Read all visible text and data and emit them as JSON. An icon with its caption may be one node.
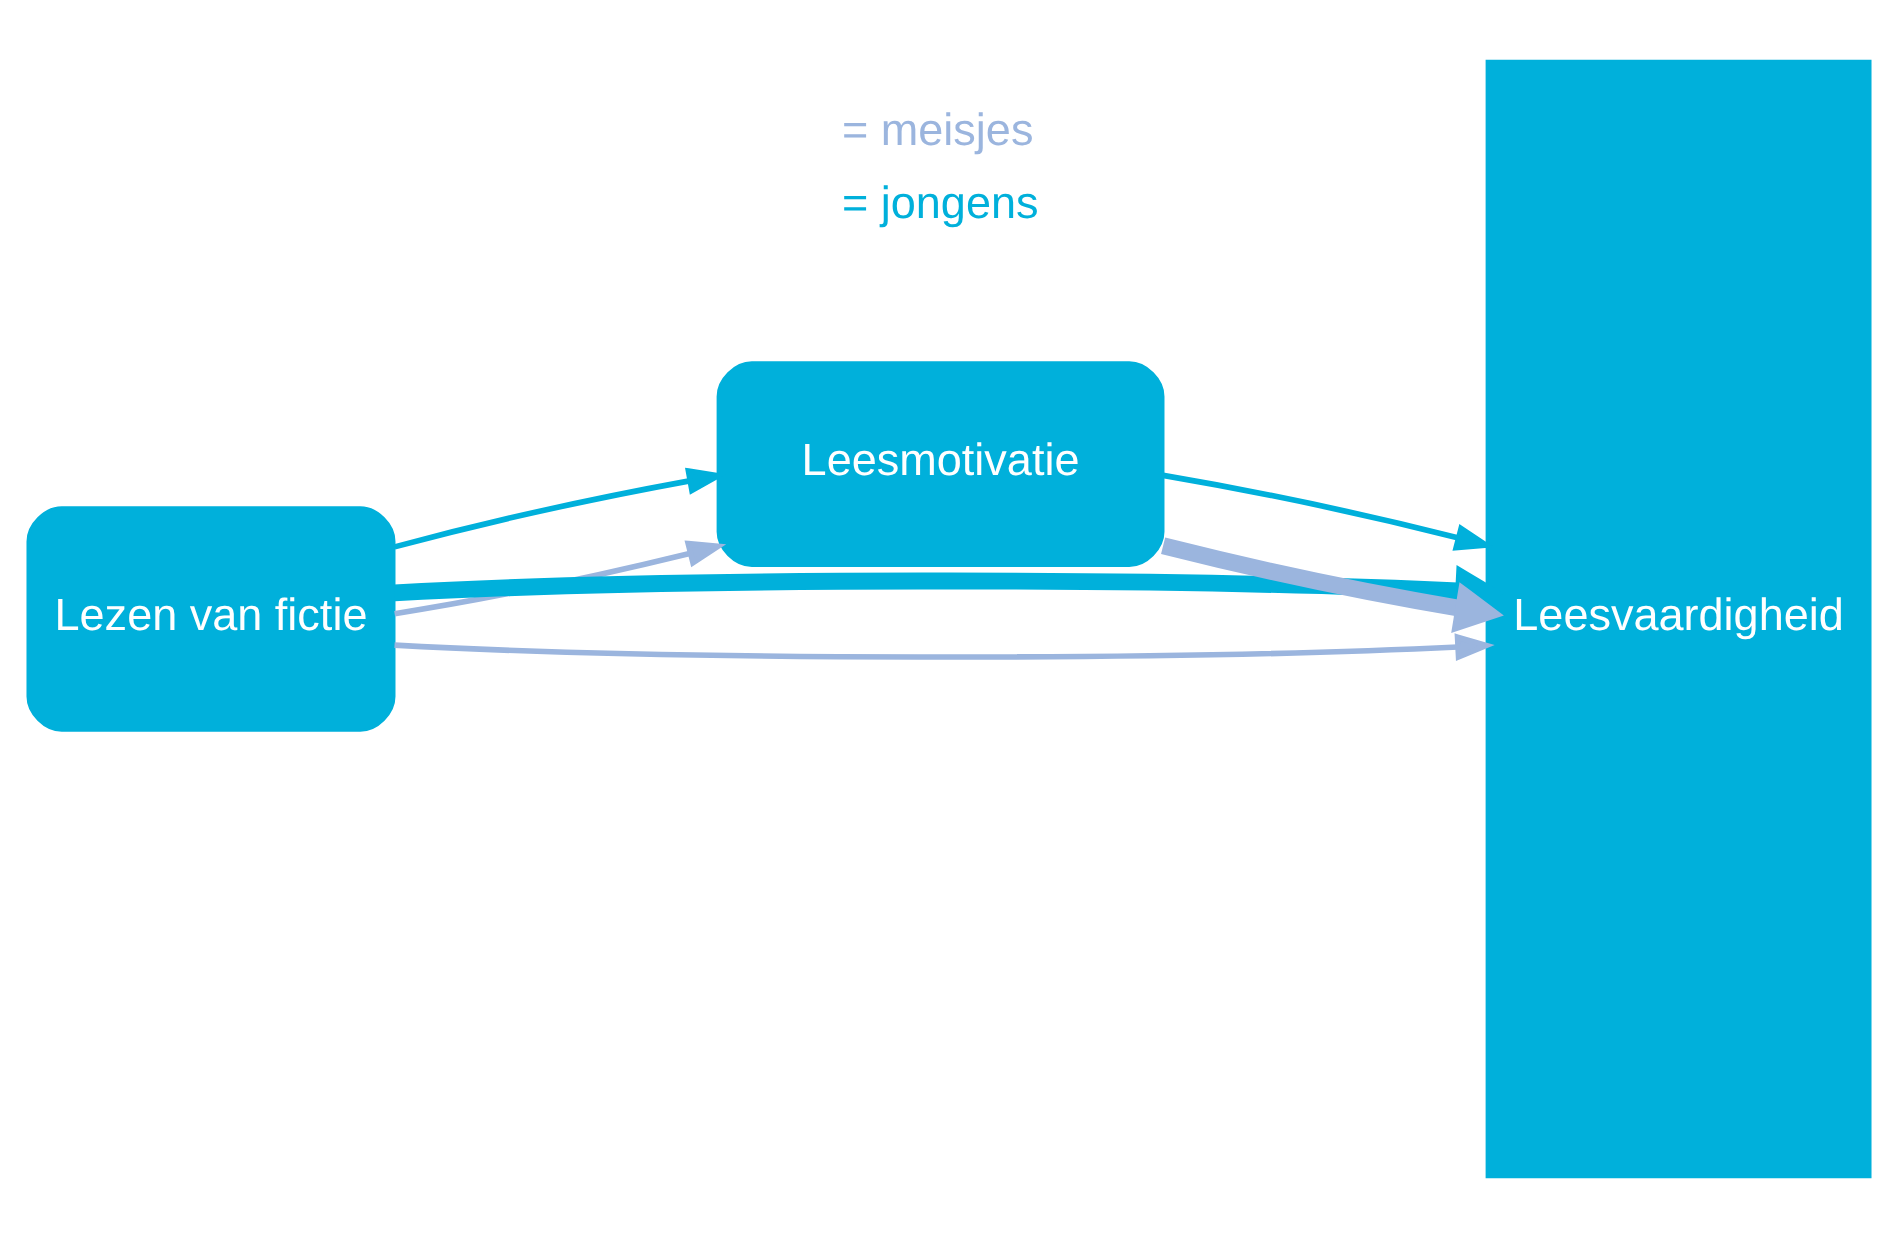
{
  "diagram": {
    "nodes": [
      {
        "text": [
          "Lezen van fictie"
        ]
      },
      {
        "text": [
          "Leesmotivatie"
        ]
      },
      {
        "text": [
          "Leesvaardigheid"
        ]
      }
    ],
    "edges": [
      {
        "from": 0,
        "to": 2,
        "arrow": "to",
        "color": "#9bb5de"
      },
      {
        "from": 0,
        "to": 1,
        "arrow": "to",
        "color": "#9bb5de"
      },
      {
        "from": 0,
        "to": 1,
        "arrow": "to",
        "color": "#00b0db"
      },
      {
        "from": 0,
        "to": 2,
        "arrow": "to",
        "style": "thick",
        "color": "#00b0db"
      },
      {
        "from": 1,
        "to": 2,
        "arrow": "to",
        "style": "thick",
        "color": "#9bb5de"
      },
      {
        "from": 1,
        "to": 2,
        "arrow": "to",
        "color": "#00b0db"
      }
    ],
    "legend": [
      {
        "text": "= meisjes",
        "color": "#9bb5de"
      },
      {
        "text": "= jongens",
        "color": "#00b0db"
      }
    ]
  }
}
